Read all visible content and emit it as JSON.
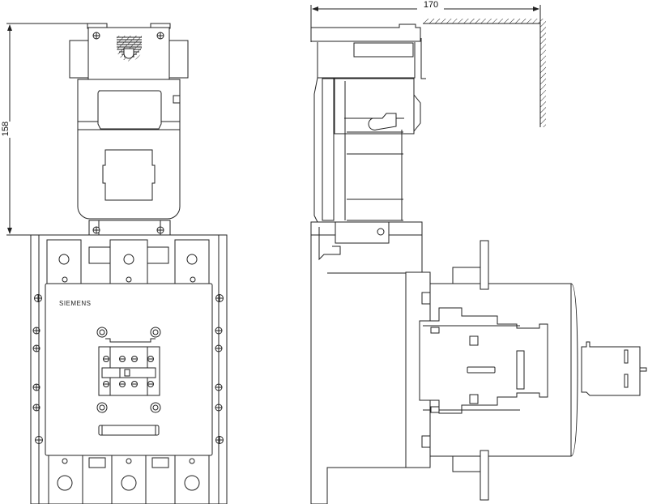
{
  "front_view": {
    "dimension_height": "158",
    "brand_label": "SIEMENS"
  },
  "side_view": {
    "dimension_depth": "170"
  },
  "colors": {
    "line": "#222222",
    "background": "#ffffff"
  }
}
